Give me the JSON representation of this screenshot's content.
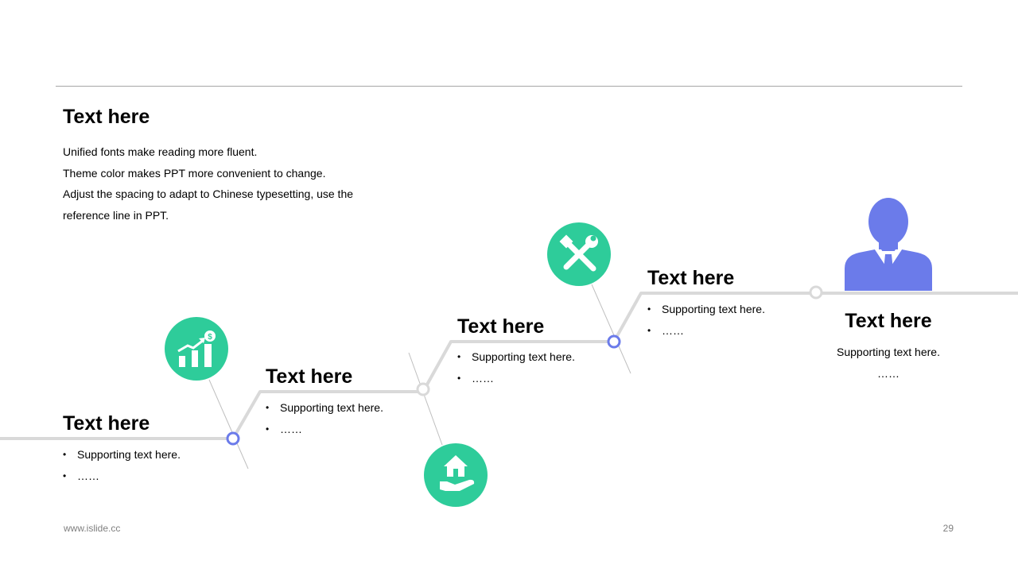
{
  "header": {
    "title": "Text here",
    "paragraph_lines": [
      "Unified fonts make reading more fluent.",
      "Theme color makes PPT more convenient  to change.",
      "Adjust the spacing to adapt to Chinese typesetting, use the",
      "reference line in PPT."
    ]
  },
  "steps": [
    {
      "title": "Text here",
      "bullets": [
        "Supporting text here.",
        "……"
      ],
      "icon": "growth-chart-icon"
    },
    {
      "title": "Text here",
      "bullets": [
        "Supporting text here.",
        "……"
      ],
      "icon": "house-in-hand-icon"
    },
    {
      "title": "Text here",
      "bullets": [
        "Supporting text here.",
        "……"
      ],
      "icon": "tools-icon"
    },
    {
      "title": "Text here",
      "bullets": [
        "Supporting text here.",
        "……"
      ]
    },
    {
      "title": "Text here",
      "lines": [
        "Supporting text here.",
        "……"
      ],
      "icon": "businessman-icon"
    }
  ],
  "colors": {
    "accent_green": "#2ecc9a",
    "accent_blue": "#6b7bea",
    "line_gray": "#d9d9d9",
    "thin_line": "#bfbfbf"
  },
  "footer": {
    "website": "www.islide.cc",
    "page_number": "29"
  }
}
